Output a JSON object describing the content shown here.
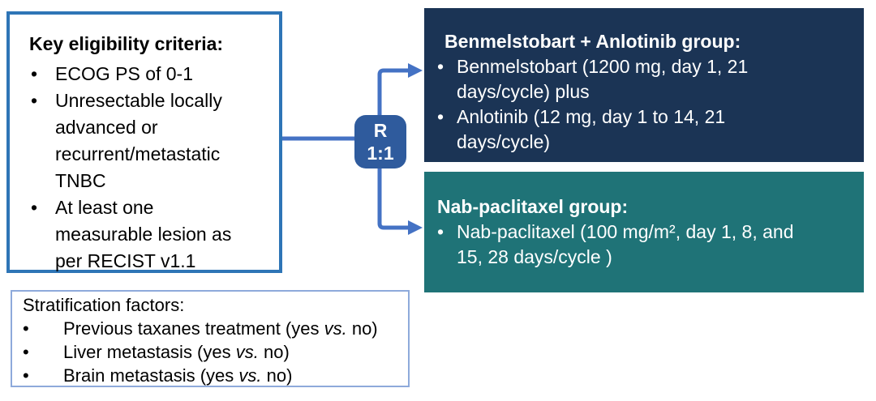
{
  "colors": {
    "arrow": "#4472C4",
    "badge-bg": "#2F5B9D",
    "arm1-bg": "#1B3455",
    "arm2-bg": "#1F7377",
    "eligibility-border": "#2E75B6",
    "strat-border": "#8EAADB"
  },
  "eligibility": {
    "title": "Key eligibility criteria:",
    "items": [
      "ECOG PS of 0-1",
      "Unresectable locally advanced or recurrent/metastatic TNBC",
      "At least one measurable lesion as per RECIST v1.1"
    ]
  },
  "randomization": {
    "symbol": "R",
    "ratio": "1:1"
  },
  "arm1": {
    "title": "Benmelstobart + Anlotinib group:",
    "items": [
      "Benmelstobart (1200 mg, day 1, 21 days/cycle) plus",
      "Anlotinib (12 mg, day 1 to 14, 21 days/cycle)"
    ]
  },
  "arm2": {
    "title": "Nab-paclitaxel group:",
    "items": [
      "Nab-paclitaxel (100 mg/m², day 1, 8, and 15, 28 days/cycle )"
    ]
  },
  "stratification": {
    "title": "Stratification factors:",
    "items": [
      {
        "pre": "Previous taxanes treatment (yes ",
        "vs": "vs.",
        "post": " no)"
      },
      {
        "pre": "Liver metastasis (yes ",
        "vs": "vs.",
        "post": " no)"
      },
      {
        "pre": "Brain metastasis (yes ",
        "vs": "vs.",
        "post": " no)"
      }
    ]
  }
}
